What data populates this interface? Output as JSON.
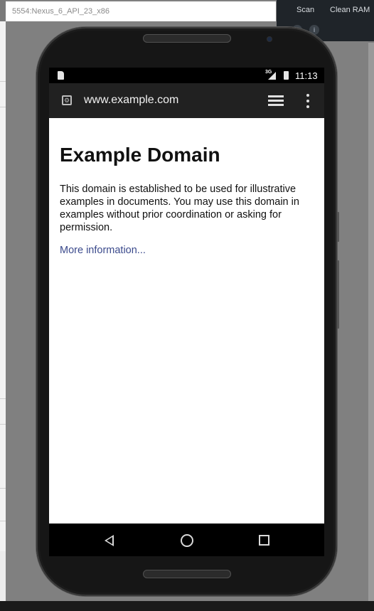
{
  "window": {
    "title": "5554:Nexus_6_API_23_x86"
  },
  "widget": {
    "scan_label": "Scan",
    "clean_label": "Clean RAM",
    "icons": [
      "facebook-icon",
      "info-icon"
    ]
  },
  "statusbar": {
    "network": "3G",
    "time": "11:13"
  },
  "browser": {
    "url": "www.example.com"
  },
  "page": {
    "heading": "Example Domain",
    "paragraph": "This domain is established to be used for illustrative examples in documents. You may use this domain in examples without prior coordination or asking for permission.",
    "link": "More information..."
  },
  "colors": {
    "link": "#3b4a8c",
    "toolbar": "#212121",
    "widget_bg": "#1f2429"
  }
}
